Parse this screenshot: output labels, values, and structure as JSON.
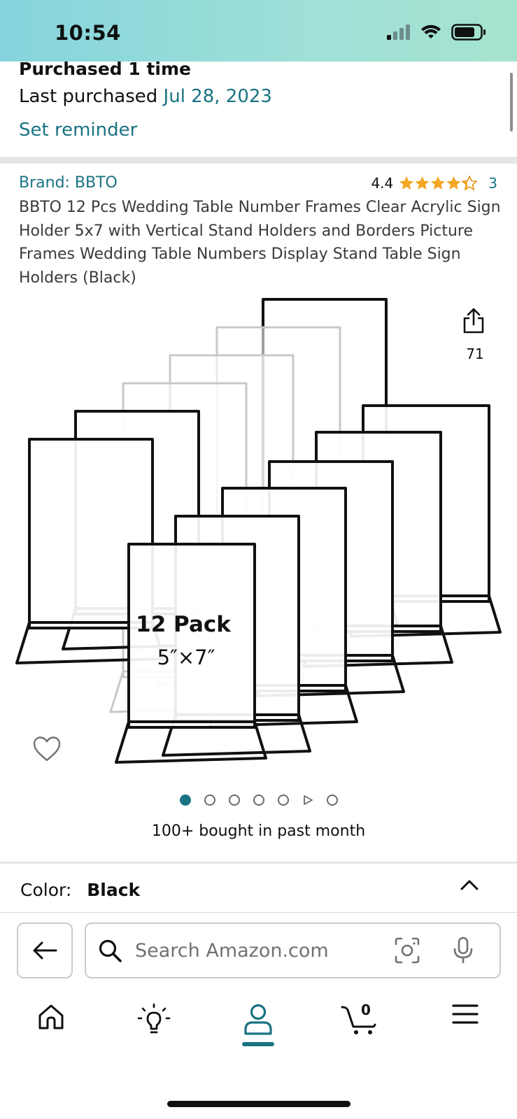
{
  "status_bar": {
    "time": "10:54"
  },
  "purchase": {
    "count_text": "Purchased 1 time",
    "last_label": "Last purchased",
    "last_date": "Jul 28, 2023",
    "reminder_label": "Set reminder"
  },
  "product": {
    "brand": "Brand: BBTO",
    "rating": {
      "value": "4.4",
      "stars_filled": 4.4,
      "count": "3"
    },
    "title": "BBTO 12 Pcs Wedding Table Number Frames Clear Acrylic Sign Holder 5x7 with Vertical Stand Holders and Borders Picture Frames Wedding Table Numbers Display Stand Table Sign Holders (Black)",
    "image": {
      "pack_label": "12 Pack",
      "size_label": "5″×7″"
    },
    "share_count": "71",
    "carousel": {
      "total_dots": 7,
      "active_index": 0,
      "video_index": 5
    },
    "bought_text": "100+ bought in past month",
    "color": {
      "label": "Color:",
      "value": "Black"
    }
  },
  "search": {
    "placeholder": "Search Amazon.com"
  },
  "tab_bar": {
    "items": [
      "home-icon",
      "inspire-icon",
      "account-icon",
      "cart-icon",
      "menu-icon"
    ],
    "active": "account-icon",
    "cart_count": "0"
  },
  "colors": {
    "accent": "#1a7383",
    "star": "#f5a623",
    "status_gradient": "#85d4dd"
  }
}
